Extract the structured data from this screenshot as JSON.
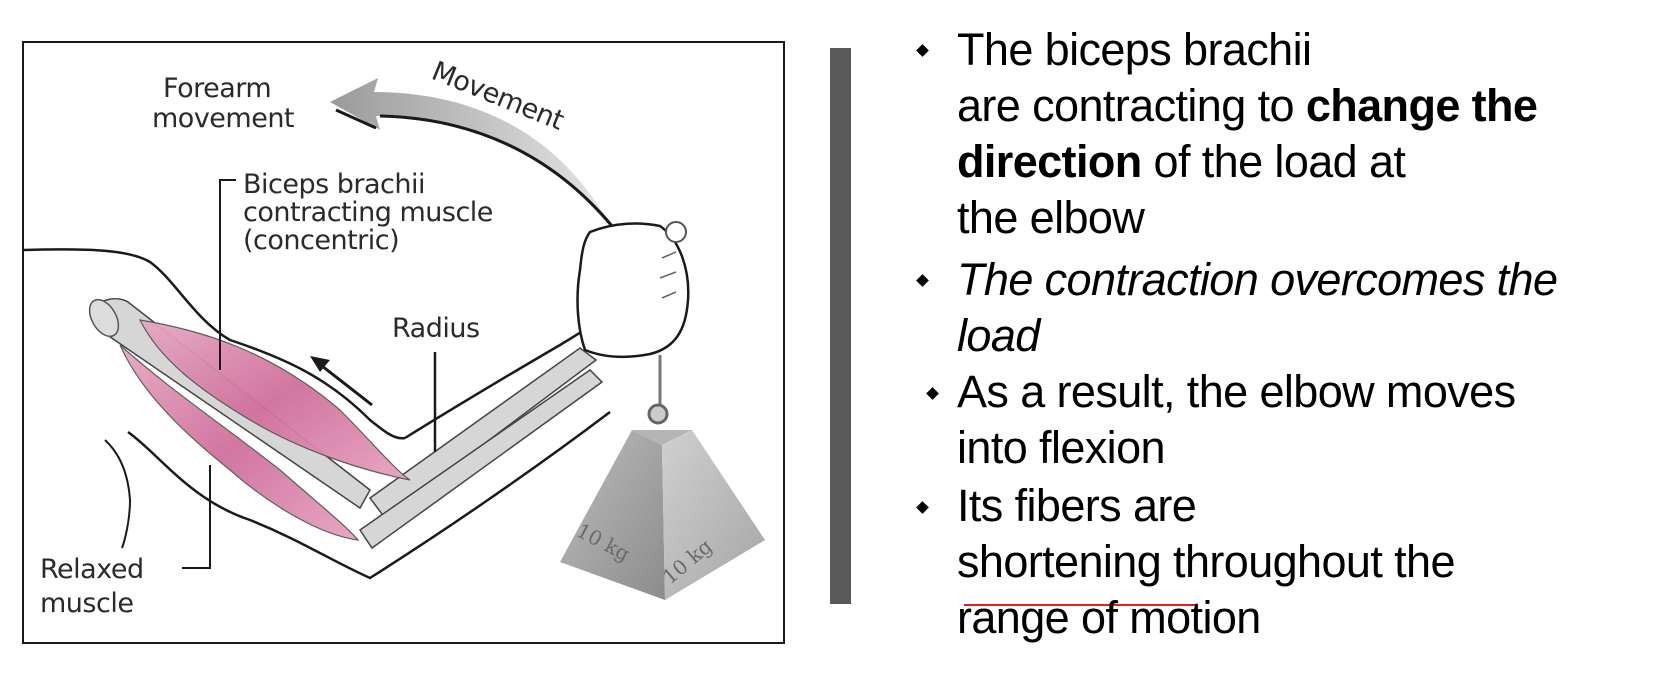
{
  "figure": {
    "labels": {
      "forearm_movement_line1": "Forearm",
      "forearm_movement_line2": "movement",
      "movement_arc": "Movement",
      "biceps_line1": "Biceps brachii",
      "biceps_line2": "contracting muscle",
      "biceps_line3": "(concentric)",
      "radius": "Radius",
      "relaxed_line1": "Relaxed",
      "relaxed_line2": "muscle",
      "weight_left": "10 kg",
      "weight_right": "10 kg"
    },
    "colors": {
      "muscle": "#d77aa3",
      "bone": "#d9d9d9",
      "weight": "#9e9e9e",
      "arrow": "#a8a8a8"
    }
  },
  "divider": {
    "color": "#595959"
  },
  "bullets": [
    {
      "lines": [
        {
          "segments": [
            {
              "text": "The biceps brachii",
              "style": "normal"
            }
          ]
        },
        {
          "segments": [
            {
              "text": "are contracting to ",
              "style": "normal"
            },
            {
              "text": "change the",
              "style": "bold"
            }
          ]
        },
        {
          "segments": [
            {
              "text": "direction",
              "style": "bold"
            },
            {
              "text": " of the load at",
              "style": "normal"
            }
          ]
        },
        {
          "segments": [
            {
              "text": "the elbow",
              "style": "normal"
            }
          ]
        }
      ]
    },
    {
      "lines": [
        {
          "segments": [
            {
              "text": "The contraction overcomes the",
              "style": "italic"
            }
          ]
        },
        {
          "segments": [
            {
              "text": "load",
              "style": "italic"
            }
          ]
        }
      ]
    },
    {
      "lines": [
        {
          "segments": [
            {
              "text": "As a result, the elbow moves",
              "style": "normal"
            }
          ]
        },
        {
          "segments": [
            {
              "text": "into flexion",
              "style": "normal"
            }
          ]
        }
      ]
    },
    {
      "lines": [
        {
          "segments": [
            {
              "text": "Its fibers are",
              "style": "normal"
            }
          ]
        },
        {
          "segments": [
            {
              "text": "shortening",
              "style": "normal"
            },
            {
              "text": " throughout the",
              "style": "normal"
            }
          ]
        },
        {
          "segments": [
            {
              "text": "range of motion",
              "style": "normal"
            }
          ]
        }
      ]
    }
  ],
  "annotations": {
    "spellcheck_underline_word": "shortening",
    "spellcheck_color": "#e0231b"
  }
}
